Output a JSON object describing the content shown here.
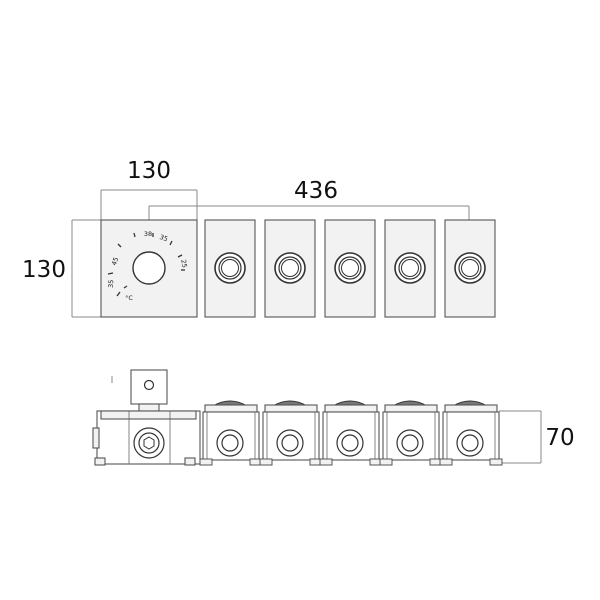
{
  "dimensions": {
    "width_130": "130",
    "length_436": "436",
    "height_130": "130",
    "depth_70": "70"
  },
  "dial": {
    "scale_labels": [
      "45",
      "38",
      "35",
      "25",
      "35",
      "°C"
    ]
  },
  "front_view": {
    "control_count": 5
  },
  "side_view": {
    "outlet_count": 5
  },
  "colors": {
    "line": "#555555",
    "fill": "#f2f2f2",
    "text": "#111111"
  }
}
